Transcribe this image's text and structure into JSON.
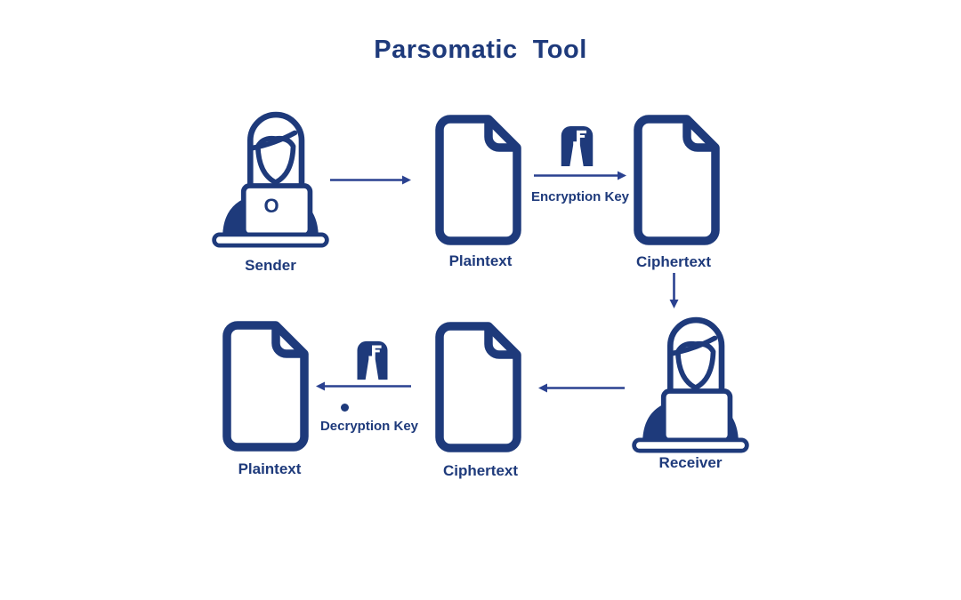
{
  "title": "Parsomatic  Tool",
  "colors": {
    "primary": "#1e3a7b",
    "arrow": "#2a4190",
    "background": "#ffffff"
  },
  "nodes": {
    "sender": {
      "label": "Sender",
      "laptop_logo": "O",
      "icon": "person-at-laptop-icon"
    },
    "plaintext_top": {
      "label": "Plaintext",
      "icon": "document-icon"
    },
    "encryption_key": {
      "label": "Encryption Key",
      "icon": "key-icon"
    },
    "ciphertext_top": {
      "label": "Ciphertext",
      "icon": "document-icon"
    },
    "receiver": {
      "label": "Receiver",
      "icon": "person-at-laptop-icon"
    },
    "ciphertext_bottom": {
      "label": "Ciphertext",
      "icon": "document-icon"
    },
    "decryption_key": {
      "label": "Decryption Key",
      "icon": "key-icon"
    },
    "plaintext_bottom": {
      "label": "Plaintext",
      "icon": "document-icon"
    }
  },
  "arrows": [
    {
      "from": "sender",
      "to": "plaintext_top",
      "direction": "right"
    },
    {
      "from": "plaintext_top",
      "to": "ciphertext_top",
      "via": "encryption_key",
      "direction": "right"
    },
    {
      "from": "ciphertext_top",
      "to": "receiver",
      "direction": "down"
    },
    {
      "from": "receiver",
      "to": "ciphertext_bottom",
      "direction": "left"
    },
    {
      "from": "ciphertext_bottom",
      "to": "plaintext_bottom",
      "via": "decryption_key",
      "direction": "left"
    }
  ]
}
